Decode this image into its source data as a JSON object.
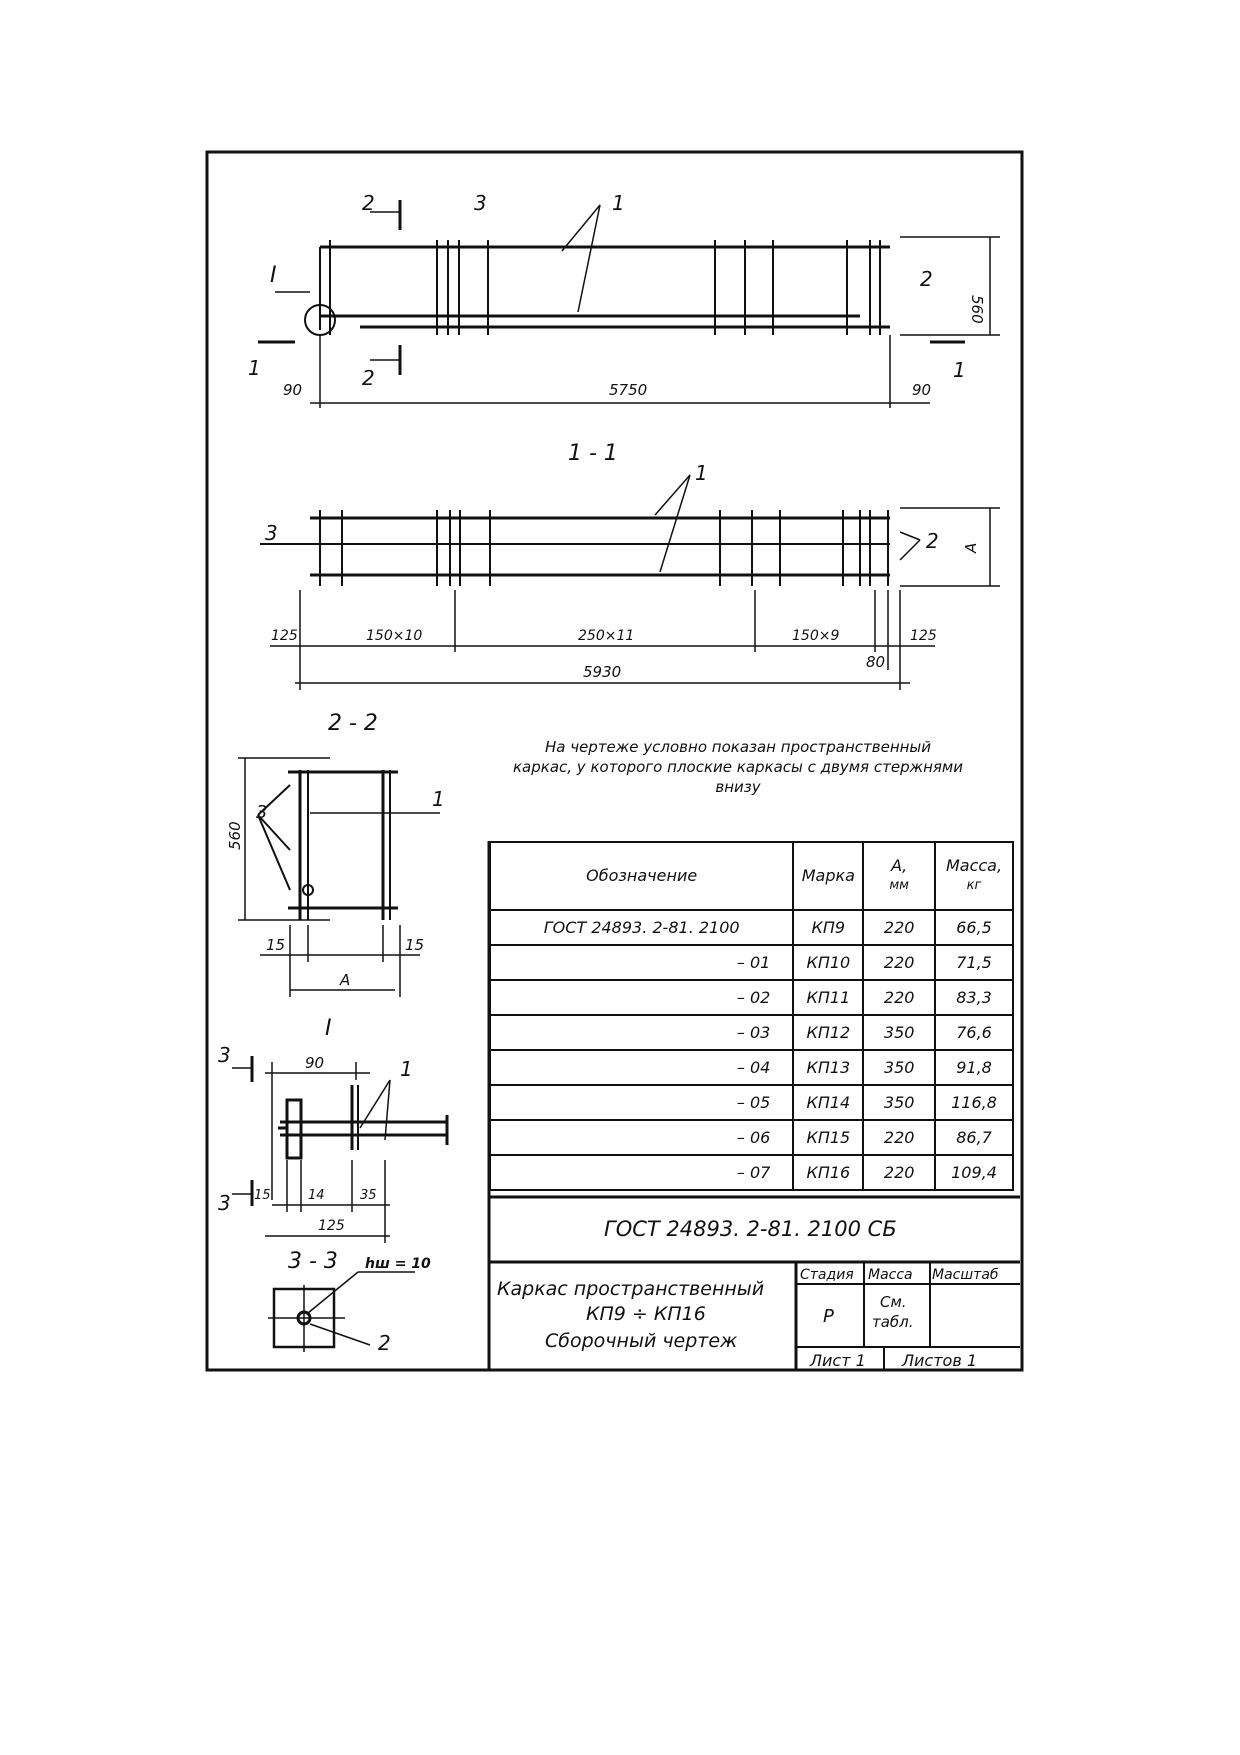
{
  "elevation": {
    "leaders": [
      "1",
      "2",
      "3"
    ],
    "detail_mark": "I",
    "section_marks": [
      "1",
      "2"
    ],
    "dims": {
      "left": "90",
      "overall": "5750",
      "right": "90",
      "height": "560"
    }
  },
  "section_1_1": {
    "title": "1 - 1",
    "leaders": [
      "1",
      "2",
      "3"
    ],
    "dim_a": "A",
    "dims": [
      "125",
      "150×10",
      "250×11",
      "150×9",
      "125",
      "5930",
      "80"
    ]
  },
  "section_2_2": {
    "title": "2 - 2",
    "leaders": [
      "1",
      "3"
    ],
    "dims": {
      "height": "560",
      "left": "15",
      "right": "15",
      "width": "A"
    }
  },
  "detail_I": {
    "title": "I",
    "section_mark": "3",
    "leader": "1",
    "dims": {
      "top": "90",
      "a": "15",
      "b": "14",
      "c": "35",
      "total": "125"
    }
  },
  "section_3_3": {
    "title": "3 - 3",
    "weld": "hш = 10",
    "leader": "2"
  },
  "note": {
    "lines": [
      "На чертеже условно показан пространственный",
      "каркас, у которого плоские каркасы с двумя стержнями",
      "внизу"
    ]
  },
  "spec_table": {
    "headers": {
      "designation": "Обозначение",
      "mark": "Марка",
      "a": "А,",
      "a_unit": "мм",
      "mass": "Масса,",
      "mass_unit": "кг"
    },
    "rows": [
      {
        "designation": "ГОСТ 24893. 2-81. 2100",
        "mark": "КП9",
        "a": "220",
        "mass": "66,5"
      },
      {
        "designation": "– 01",
        "mark": "КП10",
        "a": "220",
        "mass": "71,5"
      },
      {
        "designation": "– 02",
        "mark": "КП11",
        "a": "220",
        "mass": "83,3"
      },
      {
        "designation": "– 03",
        "mark": "КП12",
        "a": "350",
        "mass": "76,6"
      },
      {
        "designation": "– 04",
        "mark": "КП13",
        "a": "350",
        "mass": "91,8"
      },
      {
        "designation": "– 05",
        "mark": "КП14",
        "a": "350",
        "mass": "116,8"
      },
      {
        "designation": "– 06",
        "mark": "КП15",
        "a": "220",
        "mass": "86,7"
      },
      {
        "designation": "– 07",
        "mark": "КП16",
        "a": "220",
        "mass": "109,4"
      }
    ]
  },
  "title_block": {
    "doc_code": "ГОСТ 24893. 2-81. 2100 СБ",
    "name_line1": "Каркас пространственный",
    "name_line2": "КП9 ÷ КП16",
    "name_line3": "Сборочный чертеж",
    "stage_label": "Стадия",
    "mass_label": "Масса",
    "scale_label": "Масштаб",
    "stage_value": "Р",
    "mass_value_1": "См.",
    "mass_value_2": "табл.",
    "sheet": "Лист 1",
    "sheets": "Листов 1"
  }
}
